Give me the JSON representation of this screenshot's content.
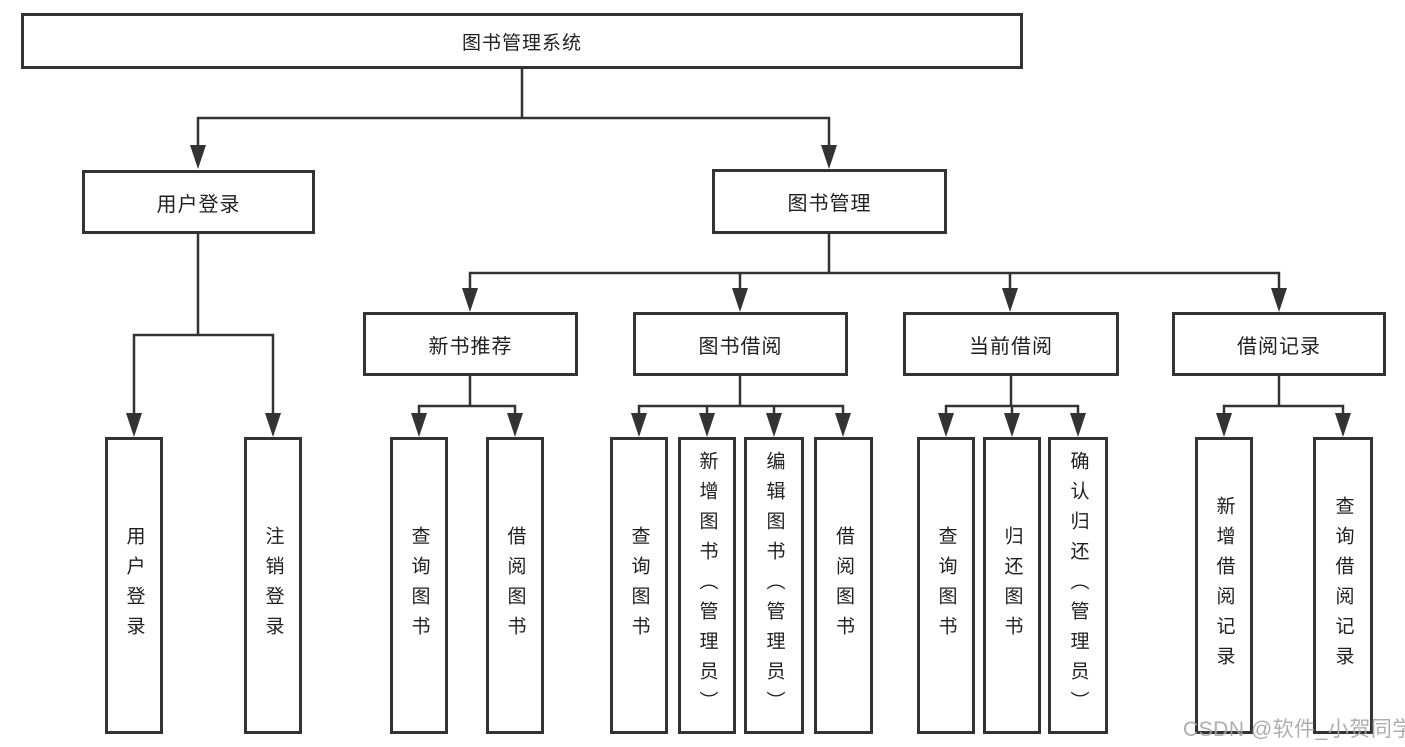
{
  "diagram": {
    "root": {
      "label": "图书管理系统"
    },
    "level2": [
      {
        "label": "用户登录"
      },
      {
        "label": "图书管理"
      }
    ],
    "level3": [
      {
        "label": "新书推荐"
      },
      {
        "label": "图书借阅"
      },
      {
        "label": "当前借阅"
      },
      {
        "label": "借阅记录"
      }
    ],
    "leaves": [
      {
        "label": "用户登录"
      },
      {
        "label": "注销登录"
      },
      {
        "label": "查询图书"
      },
      {
        "label": "借阅图书"
      },
      {
        "label": "查询图书"
      },
      {
        "label": "新增图书（管理员）"
      },
      {
        "label": "编辑图书（管理员）"
      },
      {
        "label": "借阅图书"
      },
      {
        "label": "查询图书"
      },
      {
        "label": "归还图书"
      },
      {
        "label": "确认归还（管理员）"
      },
      {
        "label": "新增借阅记录"
      },
      {
        "label": "查询借阅记录"
      }
    ]
  },
  "watermark": {
    "text": "CSDN @软件_小贺同学"
  },
  "colors": {
    "line": "#333333",
    "box_border": "#333333",
    "box_fill": "#ffffff",
    "text": "#1f1f1f",
    "watermark": "#a6a6a6",
    "background": "#ffffff"
  }
}
